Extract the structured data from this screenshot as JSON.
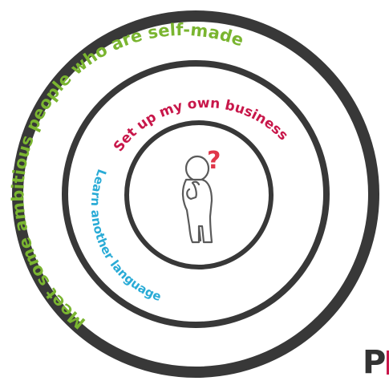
{
  "diagram": {
    "outer_label": "Meet some ambitious people who are self-made",
    "middle_label": "Set up my own business",
    "inner_label": "Learn another language",
    "center_mark": "?",
    "center_figure_icon": "thinking-person-icon",
    "brand_letter": "P"
  },
  "colors": {
    "ring_stroke": "#383838",
    "outer_label": "#7ab530",
    "middle_label": "#c8174a",
    "inner_label": "#29abd6",
    "question_mark": "#e0374a",
    "figure_stroke": "#5a5a5a",
    "brand_text": "#333333",
    "brand_accent": "#c8174a"
  }
}
